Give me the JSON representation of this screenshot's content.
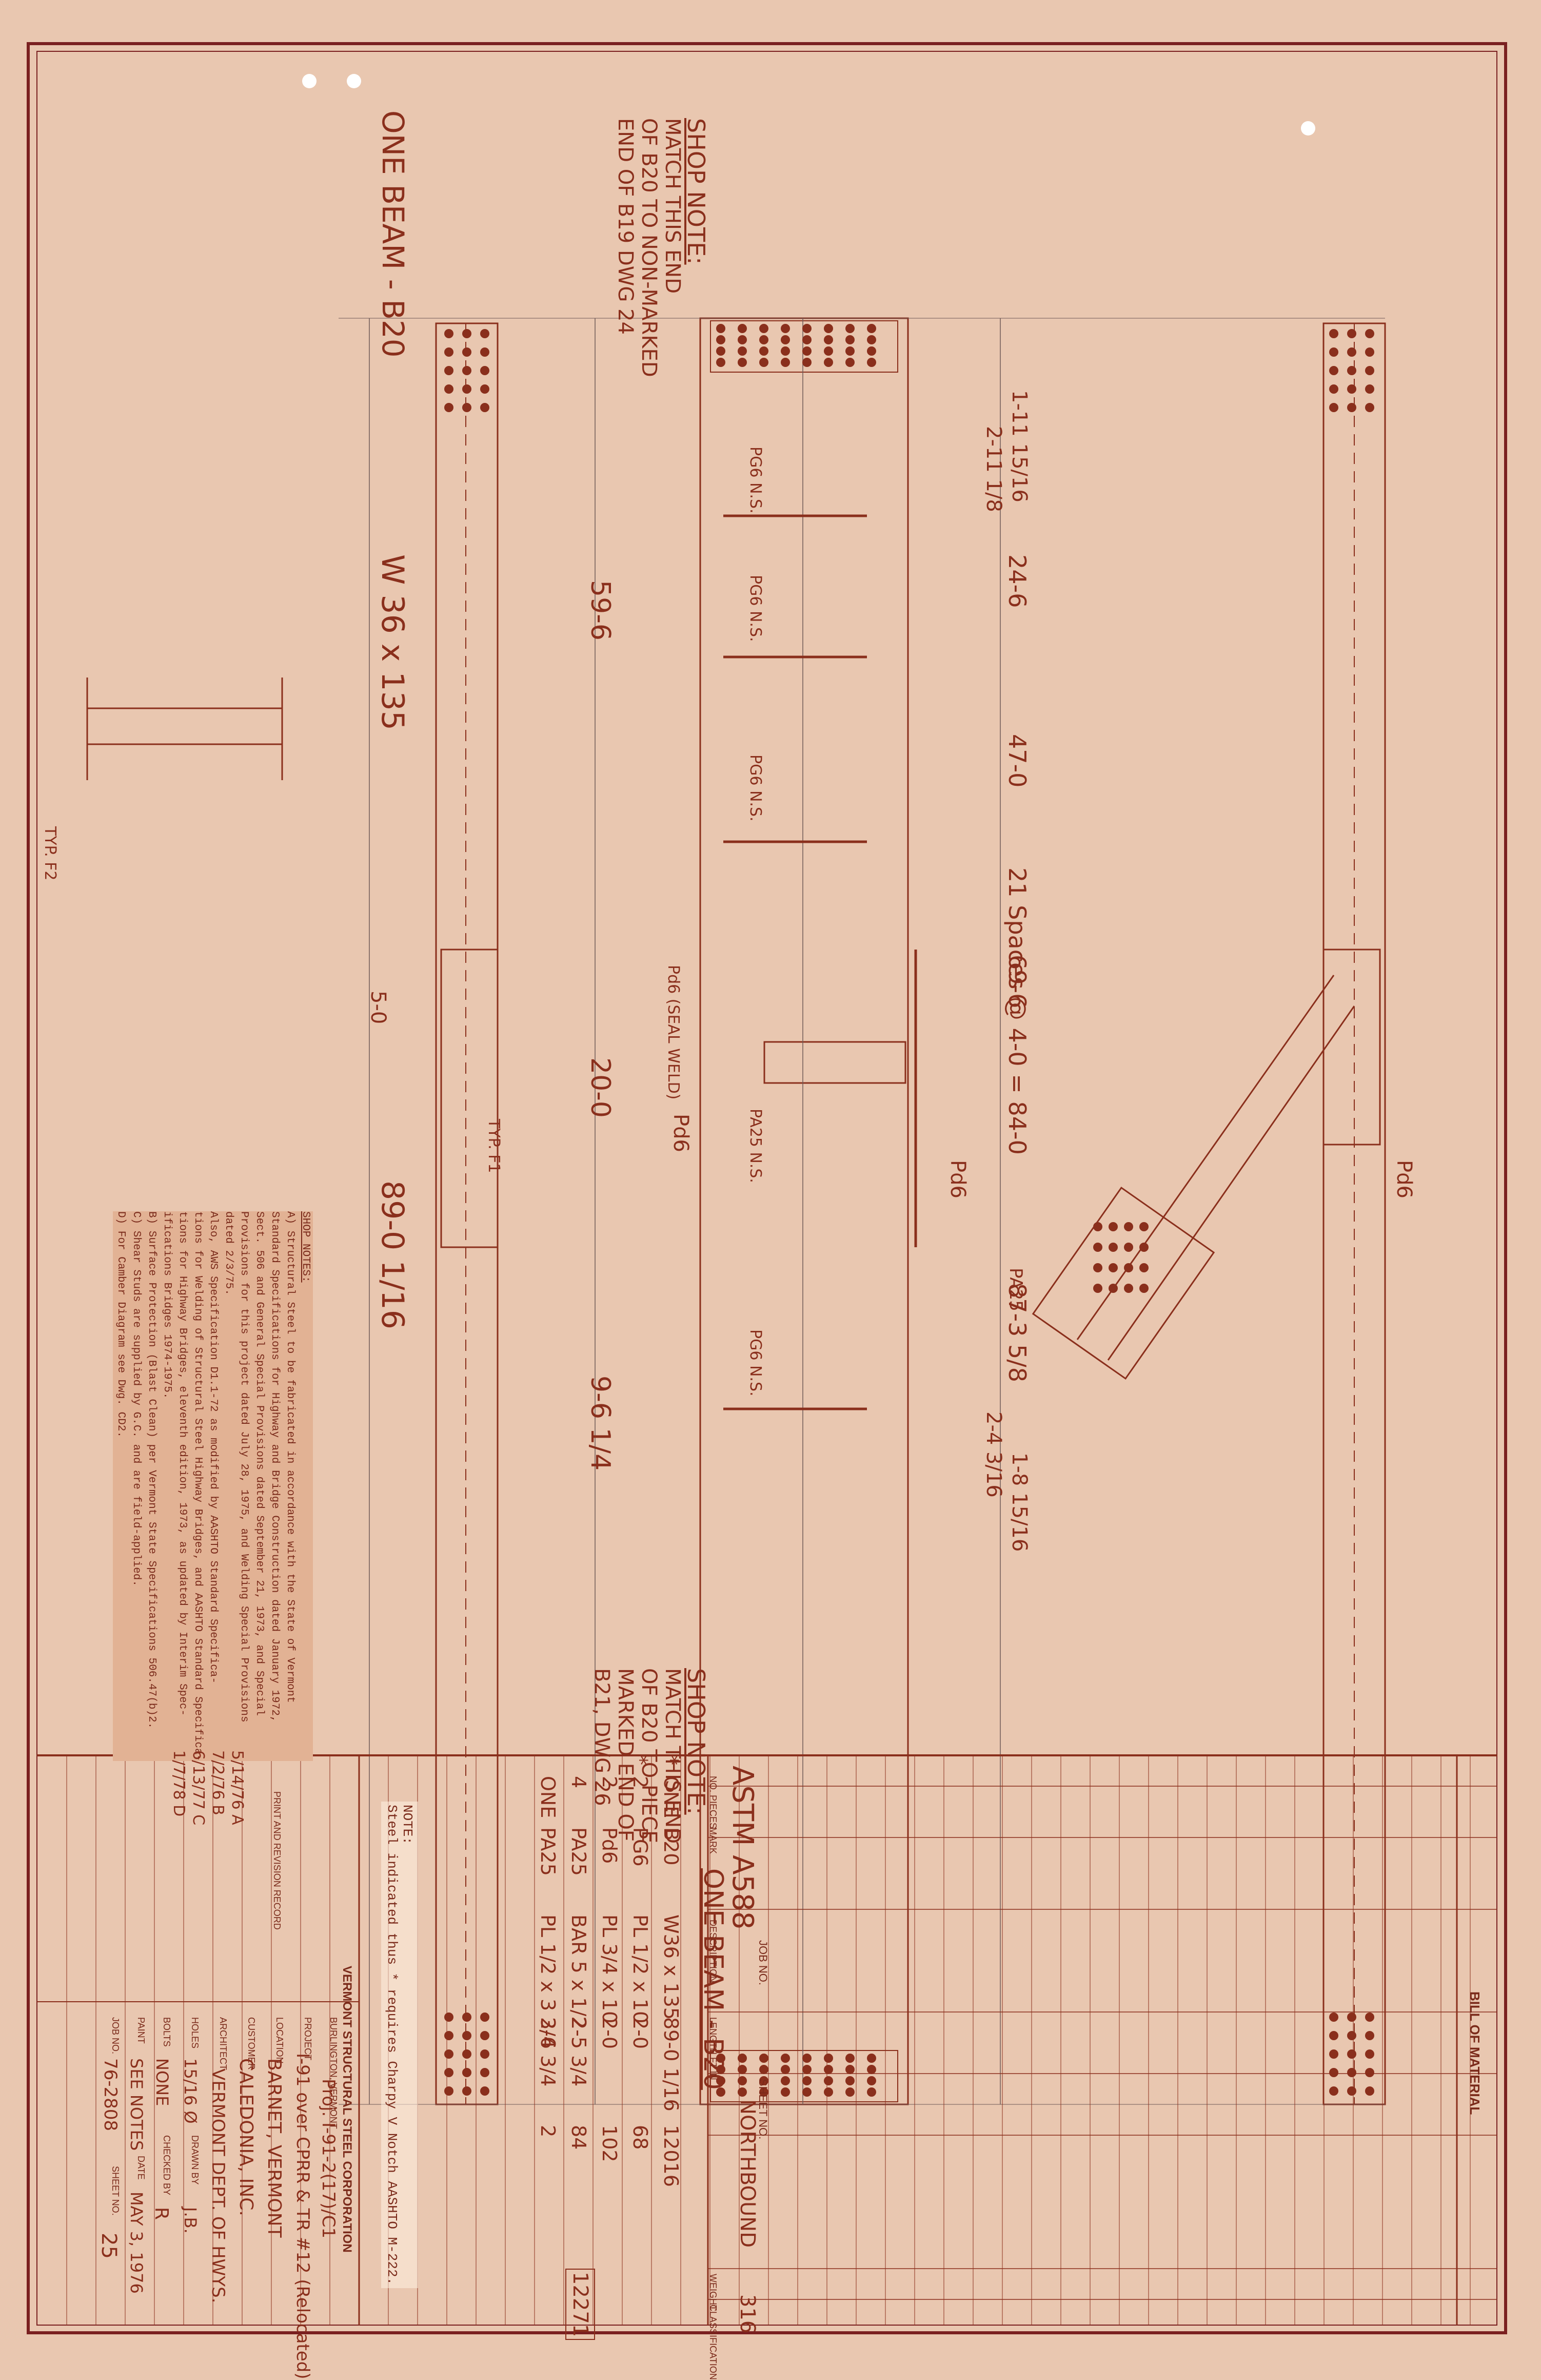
{
  "drawing": {
    "beam_label": "ONE BEAM - B20",
    "beam_section": "W 36 x 135",
    "overall_length": "89-0 1/16",
    "dim_59_6": "59-6",
    "dim_20_0": "20-0",
    "dim_9_6": "9-6 1/4",
    "dim_5_0": "5-0",
    "spacing_note": "21 Spaces @ 4-0 = 84-0",
    "stations": [
      "1-11 15/16",
      "2-11 1/8",
      "24-6",
      "47-0",
      "69-6",
      "87-3 5/8",
      "2-4 3/16",
      "1-8 15/16"
    ],
    "plate_labels": [
      "PG6 N.S.",
      "PG6 N.S.",
      "PG6 N.S.",
      "PG6 N.S.",
      "PA25 N.S.",
      "Pd6",
      "Pd6",
      "Pd6",
      "PA25"
    ],
    "seal_weld": "Pd6 (SEAL WELD)",
    "weld_note": "TYP. F1",
    "typ_f2": "TYP. F2",
    "shop_note_1": {
      "title": "SHOP NOTE:",
      "lines": [
        "MATCH THIS END",
        "OF B20 TO NON-MARKED",
        "END OF B19 DWG 24"
      ]
    },
    "shop_note_2": {
      "title": "SHOP NOTE:",
      "lines": [
        "MATCH THIS END",
        "OF B20 TO PIECE",
        "MARKED END OF",
        "B21, DWG 26"
      ]
    }
  },
  "shop_notes": {
    "title": "SHOP NOTES:",
    "lines": [
      "A) Structural Steel to be fabricated in accordance with the State of Vermont",
      "Standard Specifications for Highway and Bridge Construction dated January 1972,",
      "Sect. 506 and General Special Provisions dated September 21, 1973, and Special",
      "Provisions for this project dated July 28, 1975, and Welding Special Provisions",
      "dated 2/3/75.",
      "Also, AWS Specification D1.1-72 as modified by AASHTO Standard Specifica-",
      "tions for Welding of Structural Steel Highway Bridges, and AASHTO Standard Specifica-",
      "tions for Highway Bridges, eleventh edition, 1973, as updated by Interim Spec-",
      "ifications Bridges 1974-1975.",
      "B) Surface Protection (Blast Clean) per Vermont State Specifications 506.47(b)2.",
      "C) Shear Studs are supplied by G.C. and are field-applied.",
      "D) For Camber Diagram see Dwg. CD2."
    ]
  },
  "bom": {
    "title": "BILL OF MATERIAL",
    "material": "ASTM A588",
    "heading": "ONE BEAM - B20",
    "job_no_label": "JOB NO.",
    "sheet_no_label": "SHEET NO.",
    "direction": "NORTHBOUND",
    "weight_total": "316",
    "columns": [
      "NO. PIECES",
      "MARK",
      "DESCRIPTION",
      "LENGTH FT IN",
      "WEIGHT",
      "CLASSIFICATION"
    ],
    "rows": [
      {
        "star": "*",
        "pieces": "ONE",
        "mark": "B20",
        "desc": "W36 x 135",
        "length": "89-0 1/16",
        "weight": "12016"
      },
      {
        "star": "*",
        "pieces": "2",
        "mark": "PG6",
        "desc": "PL 1/2 x 10",
        "length": "2-0",
        "weight": "68"
      },
      {
        "star": "",
        "pieces": "2",
        "mark": "Pd6",
        "desc": "PL 3/4 x 10",
        "length": "2-0",
        "weight": "102"
      },
      {
        "star": "",
        "pieces": "4",
        "mark": "PA25",
        "desc": "BAR 5 x 1/2",
        "length": "2-5 3/4",
        "weight": "84"
      },
      {
        "star": "",
        "pieces": "ONE",
        "mark": "PA25",
        "desc": "PL 1/2 x 3 3/4",
        "length": "2-6 3/4",
        "weight": "2"
      }
    ],
    "total": "12271"
  },
  "note": {
    "label": "NOTE:",
    "text": "Steel indicated thus * requires Charpy V Notch AASHTO M-222."
  },
  "title_block": {
    "company": "VERMONT STRUCTURAL STEEL CORPORATION",
    "city": "BURLINGTON, VERMONT",
    "project_label": "PROJECT",
    "project": "I-91 over CPRR & TR #12 (Relocated)",
    "project_no": "Proj. I-91-2(17)/C1",
    "location_label": "LOCATION",
    "location": "BARNET, VERMONT",
    "customer_label": "CUSTOMER",
    "customer": "CALEDONIA, INC.",
    "architect_label": "ARCHITECT",
    "architect": "VERMONT DEPT. OF HWYS.",
    "holes_label": "HOLES",
    "holes": "15/16 Ø",
    "drawn_label": "DRAWN BY",
    "drawn": "J.B.",
    "bolts_label": "BOLTS",
    "bolts": "NONE",
    "checked_label": "CHECKED BY",
    "checked": "R",
    "paint_label": "PAINT",
    "paint": "SEE NOTES",
    "date_label": "DATE",
    "date": "MAY 3, 1976",
    "job_label": "JOB NO.",
    "job": "76-2808",
    "sheet_label": "SHEET NO.",
    "sheet": "25",
    "revision_heading": "PRINT AND REVISION RECORD",
    "revisions": [
      "5/14/76 A",
      "7/2/76 B",
      "6/13/77 C",
      "1/7/78 D"
    ]
  },
  "colors": {
    "paper": "#e9c7b0",
    "ink": "#8a2f1c",
    "pencil": "#6f5a57"
  }
}
